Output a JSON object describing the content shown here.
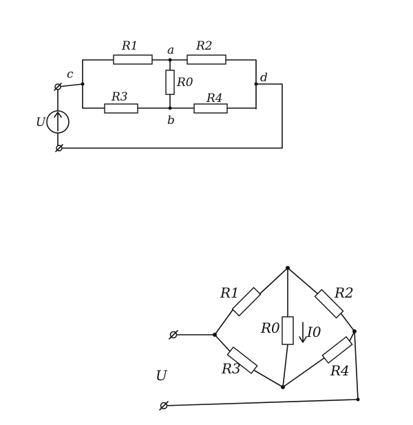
{
  "circuit_top": {
    "resistor_labels": {
      "r1": "R1",
      "r2": "R2",
      "r3": "R3",
      "r4": "R4",
      "r0": "R0"
    },
    "node_labels": {
      "a": "a",
      "b": "b",
      "c": "c",
      "d": "d"
    },
    "source_label": "U"
  },
  "circuit_bottom": {
    "resistor_labels": {
      "r1": "R1",
      "r2": "R2",
      "r3": "R3",
      "r4": "R4",
      "r0": "R0"
    },
    "current_label": "I0",
    "source_label": "U"
  }
}
